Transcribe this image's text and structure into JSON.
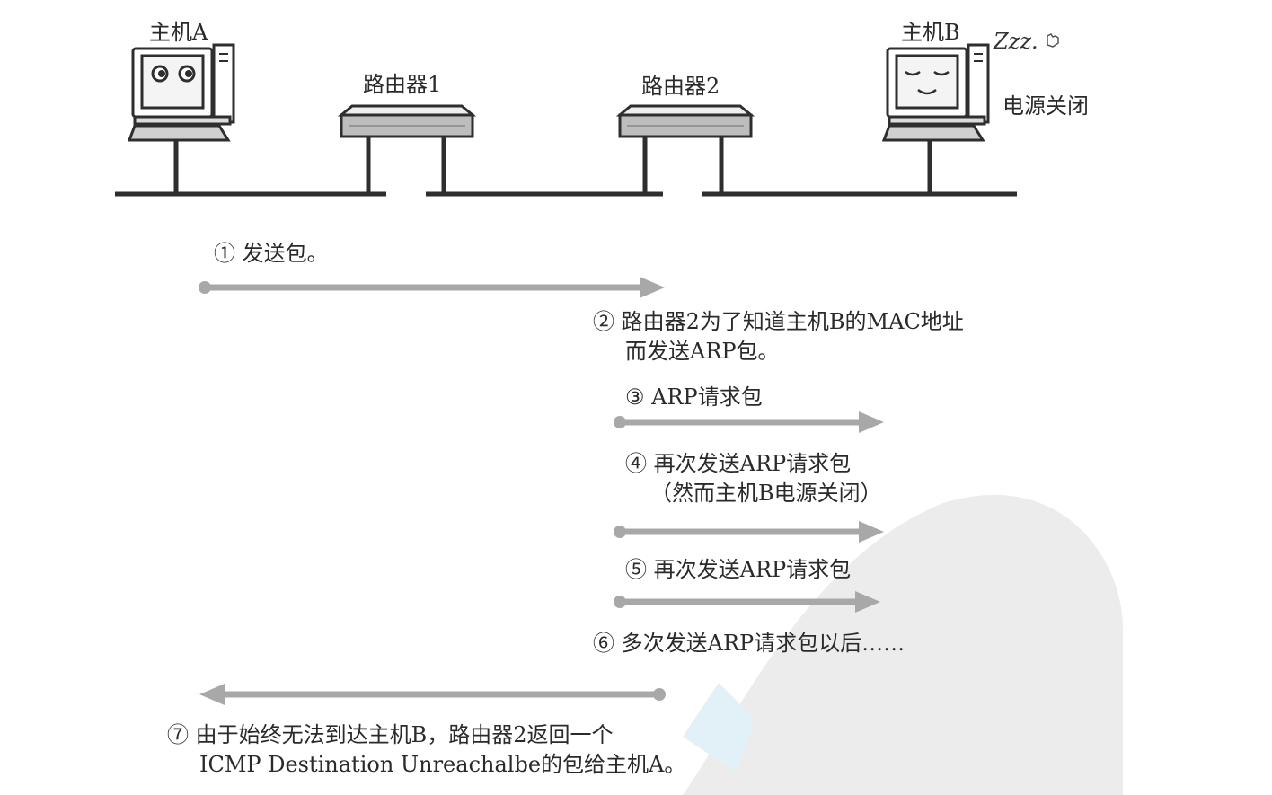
{
  "labels": {
    "host_a": "主机A",
    "host_b": "主机B",
    "router1": "路由器1",
    "router2": "路由器2",
    "zzz": "Zzz.",
    "power_off": "电源关闭"
  },
  "steps": {
    "s1": "① 发送包。",
    "s2_line1": "② 路由器2为了知道主机B的MAC地址",
    "s2_line2": "而发送ARP包。",
    "s3": "③ ARP请求包",
    "s4_line1": "④ 再次发送ARP请求包",
    "s4_line2": "（然而主机B电源关闭）",
    "s5": "⑤ 再次发送ARP请求包",
    "s6": "⑥ 多次发送ARP请求包以后……",
    "s7_line1": "⑦ 由于始终无法到达主机B，路由器2返回一个",
    "s7_line2": "ICMP Destination Unreachalbe的包给主机A。"
  },
  "colors": {
    "arrow": "#a8a8a8",
    "line": "#2e2e2e",
    "watermark": "#e3e3e3",
    "watermark_blue": "#d6e9f5"
  }
}
